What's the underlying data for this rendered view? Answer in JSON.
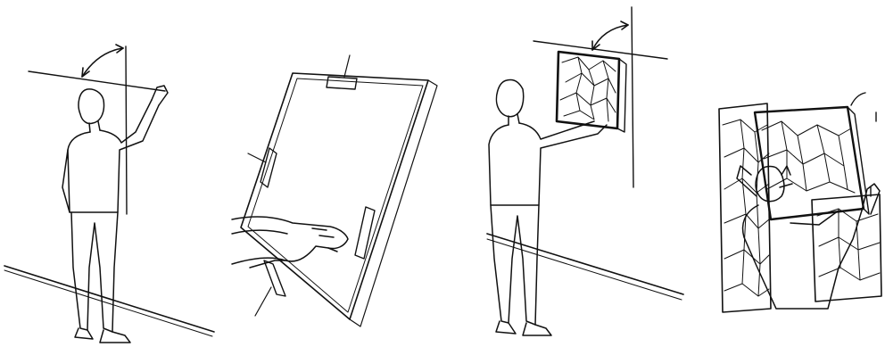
{
  "figure": {
    "panels": [
      {
        "name": "measure-wall-panel",
        "label": ""
      },
      {
        "name": "apply-adhesive-panel",
        "label": ""
      },
      {
        "name": "place-first-tile-panel",
        "label": ""
      },
      {
        "name": "fit-next-tile-panel",
        "label": ""
      }
    ]
  }
}
